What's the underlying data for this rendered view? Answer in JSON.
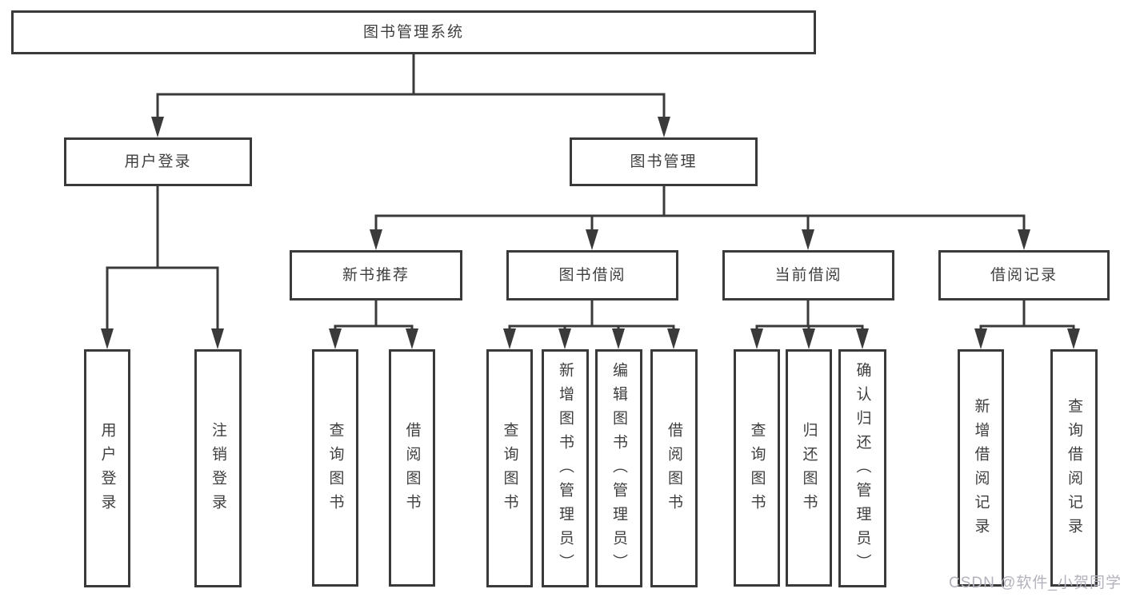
{
  "diagram": {
    "colors": {
      "line": "#3a3a3a",
      "text": "#3f3f3f",
      "background": "#ffffff",
      "watermark": "#b2b2bc"
    },
    "watermark": "CSDN @软件_小贺同学",
    "nodes": {
      "root": "图书管理系统",
      "user_login": "用户登录",
      "book_mgmt": "图书管理",
      "new_book_rec": "新书推荐",
      "book_borrow": "图书借阅",
      "current_borrow": "当前借阅",
      "borrow_records": "借阅记录",
      "leaf_user_login": "用户登录",
      "leaf_logout": "注销登录",
      "leaf_query_book_1": "查询图书",
      "leaf_borrow_book_1": "借阅图书",
      "leaf_query_book_2": "查询图书",
      "leaf_add_book": "新增图书（管理员）",
      "leaf_edit_book": "编辑图书（管理员）",
      "leaf_borrow_book_2": "借阅图书",
      "leaf_query_book_3": "查询图书",
      "leaf_return_book": "归还图书",
      "leaf_confirm_return": "确认归还（管理员）",
      "leaf_add_record": "新增借阅记录",
      "leaf_query_record": "查询借阅记录"
    },
    "hierarchy": {
      "图书管理系统": {
        "用户登录": [
          "用户登录",
          "注销登录"
        ],
        "图书管理": {
          "新书推荐": [
            "查询图书",
            "借阅图书"
          ],
          "图书借阅": [
            "查询图书",
            "新增图书（管理员）",
            "编辑图书（管理员）",
            "借阅图书"
          ],
          "当前借阅": [
            "查询图书",
            "归还图书",
            "确认归还（管理员）"
          ],
          "借阅记录": [
            "新增借阅记录",
            "查询借阅记录"
          ]
        }
      }
    }
  }
}
